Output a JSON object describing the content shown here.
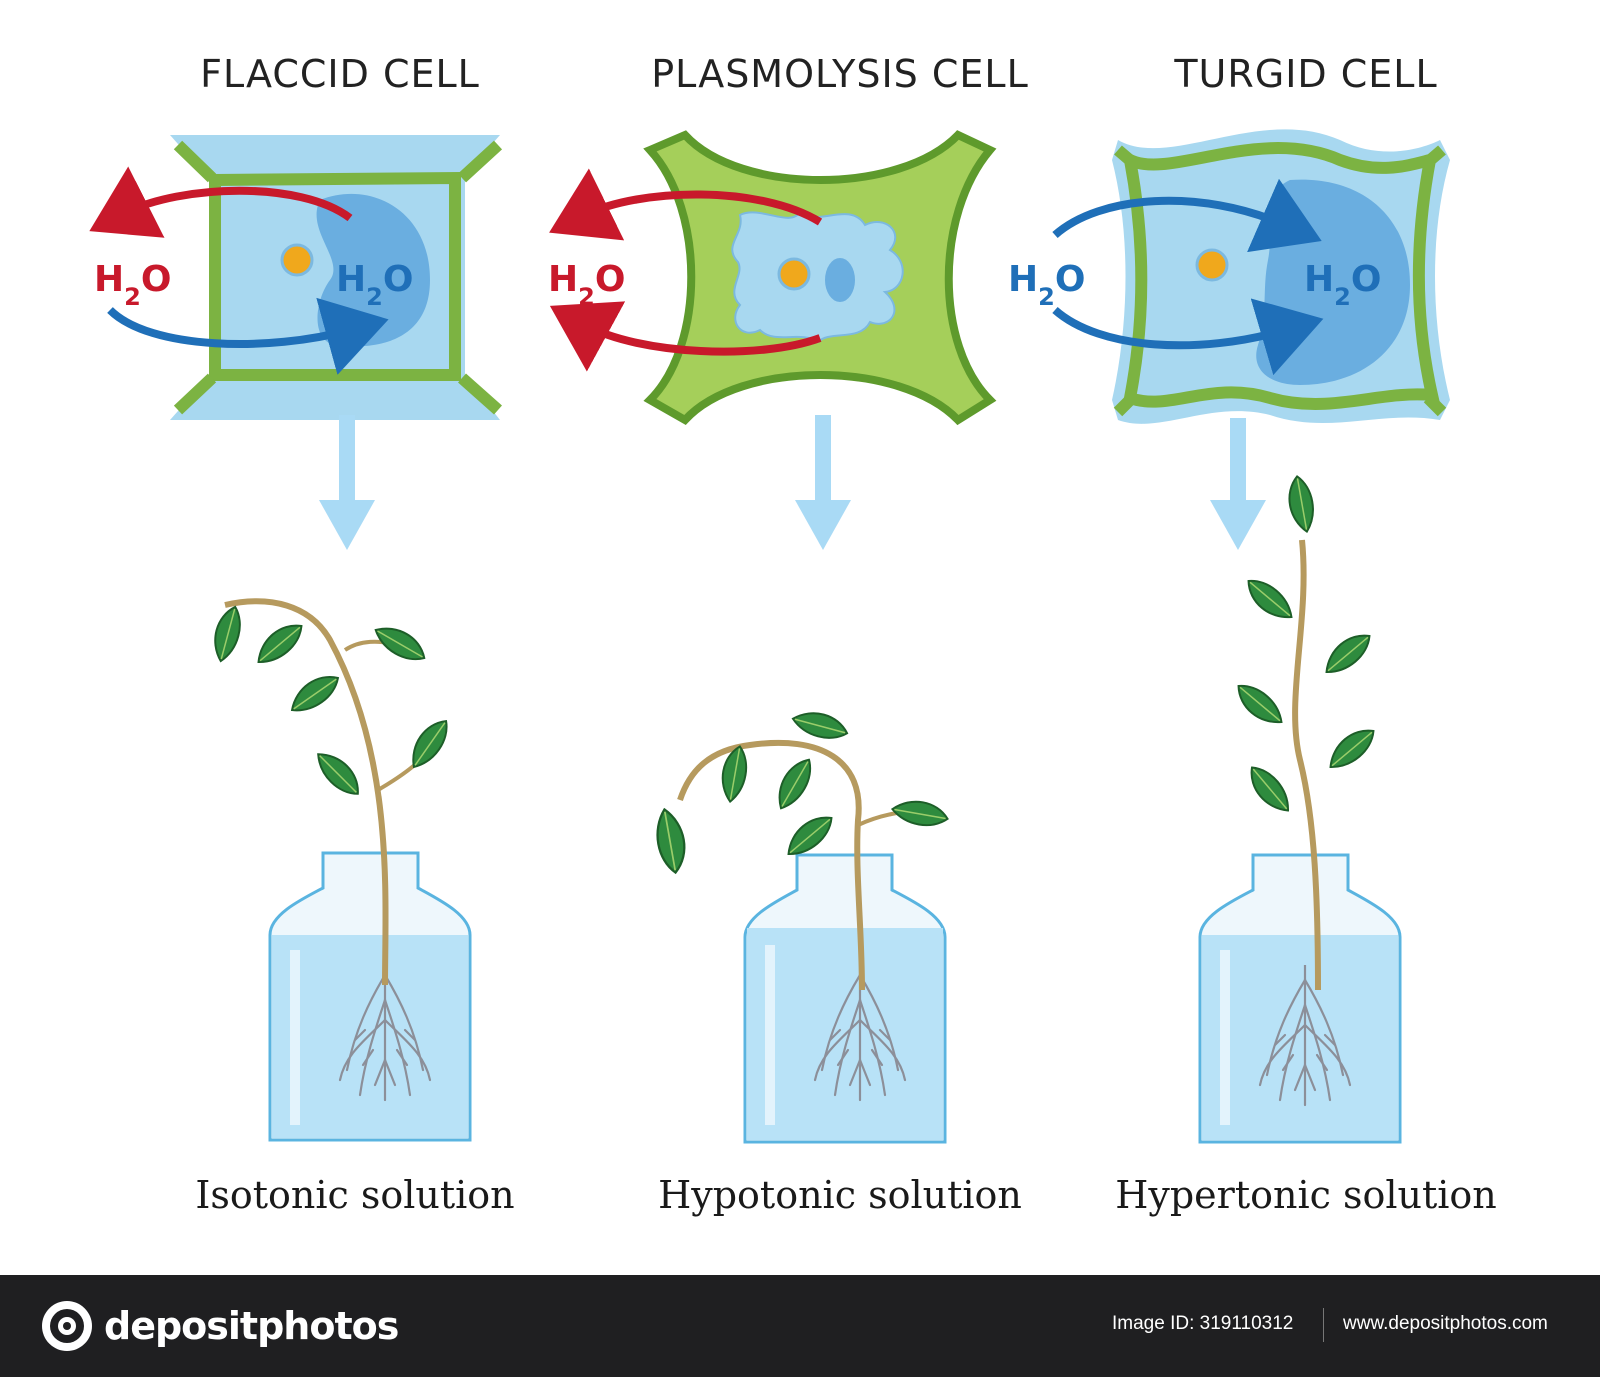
{
  "titles": {
    "flaccid": "FLACCID CELL",
    "plasmolysis": "PLASMOLYSIS CELL",
    "turgid": "TURGID CELL"
  },
  "h2o": {
    "h": "H",
    "sub": "2",
    "o": "O"
  },
  "captions": {
    "isotonic": "Isotonic solution",
    "hypotonic": "Hypotonic solution",
    "hypertonic": "Hypertonic solution"
  },
  "footer": {
    "logo_text": "depositphotos",
    "image_id": "Image ID: 319110312",
    "site": "www.depositphotos.com"
  },
  "colors": {
    "cell_wall": "#7cb342",
    "cell_wall_dark": "#5e9a2c",
    "cytoplasm": "#a8d8f0",
    "vacuole": "#6aaee0",
    "nucleus": "#f0a81c",
    "arrow_out": "#c8192b",
    "arrow_in": "#1f6fb8",
    "down_arrow": "#a9daf5",
    "water": "#b8e2f7",
    "leaf": "#2e8b3e",
    "stem": "#b69a5e",
    "footer_bg": "#1f1f21"
  }
}
